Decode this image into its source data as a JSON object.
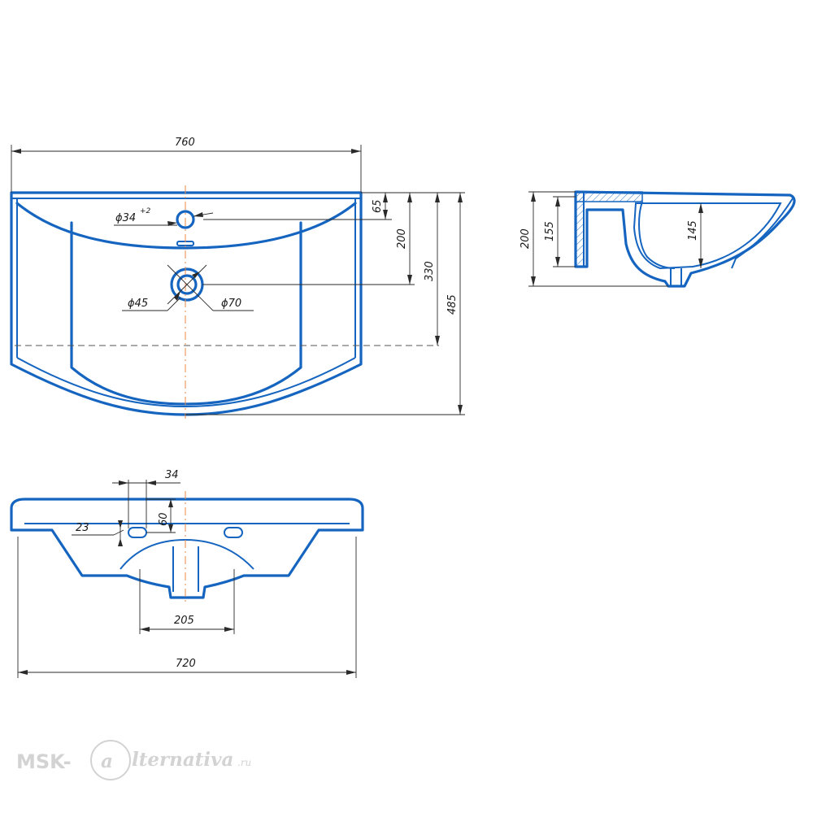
{
  "top_view": {
    "width_label": "760",
    "tap_hole_label": "ϕ34",
    "tap_hole_tolerance": "+2",
    "drain_inner_label": "ϕ45",
    "drain_outer_label": "ϕ70",
    "dim_65": "65",
    "dim_200": "200",
    "dim_330": "330",
    "dim_485": "485"
  },
  "side_view": {
    "height_label": "200",
    "inner_height_label": "155",
    "bowl_depth_label": "145"
  },
  "front_view": {
    "slot_width_label": "34",
    "slot_height_label": "60",
    "slot_offset_label": "23",
    "drain_span_label": "205",
    "base_width_label": "720"
  },
  "watermark": {
    "brand": "MSK-",
    "script": "lternativa",
    "domain": ".ru"
  },
  "colors": {
    "outline": "#1565c0",
    "centerline": "#e8874a",
    "dimension": "#2a2a2a"
  }
}
